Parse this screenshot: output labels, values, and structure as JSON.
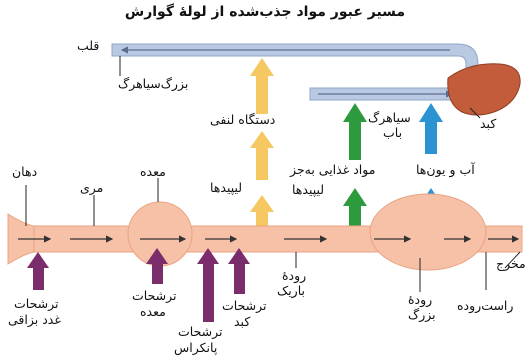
{
  "title": "مسیر عبور مواد جذب‌شده از لولهٔ گوارش",
  "labels": {
    "heart": "قلب",
    "vena_cava": "بزرگ‌سیاهرگ",
    "lymph_system": "دستگاه لنفی",
    "portal_vein_line1": "سیاهرگ",
    "portal_vein_line2": "باب",
    "liver": "کبد",
    "nutrients_line1": "مواد غذایی به‌جز",
    "nutrients_line2": "لیپیدها",
    "lipids": "لیپیدها",
    "water_ions": "آب و یون‌ها",
    "mouth": "دهان",
    "esophagus": "مری",
    "stomach": "معده",
    "small_intestine_line1": "رودهٔ",
    "small_intestine_line2": "باریک",
    "large_intestine_line1": "رودهٔ",
    "large_intestine_line2": "بزرگ",
    "rectum": "راست‌روده",
    "outlet": "مخرج",
    "saliva_line1": "ترشحات",
    "saliva_line2": "غدد بزاقی",
    "gastric_line1": "ترشحات",
    "gastric_line2": "معده",
    "pancreas_line1": "ترشحات",
    "pancreas_line2": "پانکراس",
    "liver_sec_line1": "ترشحات",
    "liver_sec_line2": "کبد"
  },
  "colors": {
    "tract": "#f6c1a6",
    "tract_dark": "#e9a383",
    "vessel": "#b9c9e2",
    "vessel_dark": "#8fa6c9",
    "lymph_arrow": "#f6c862",
    "nutrient_arrow": "#2e9a3e",
    "water_arrow": "#2c93d2",
    "secretion_arrow": "#7b2d6b",
    "liver": "#c25c3a",
    "flow_arrow": "#333333"
  }
}
